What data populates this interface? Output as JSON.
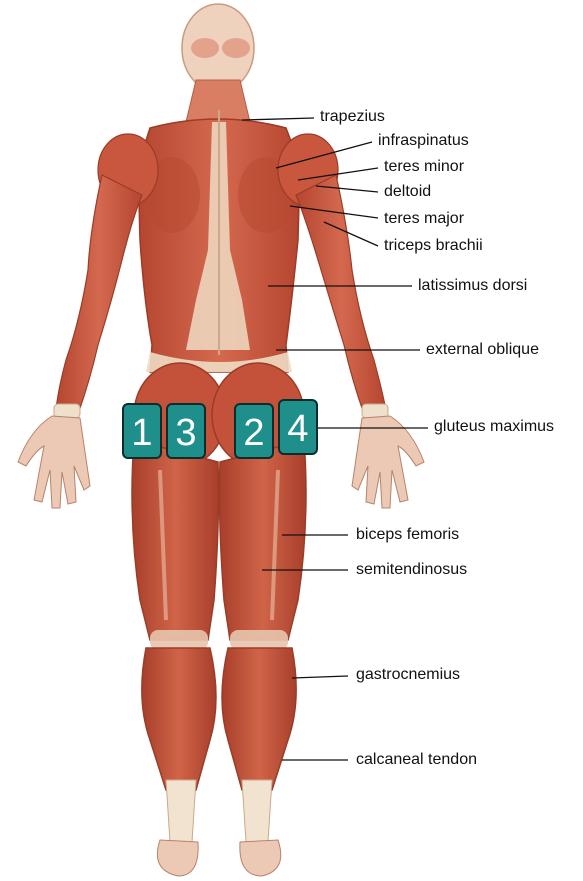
{
  "labels": [
    {
      "id": "trapezius",
      "text": "trapezius"
    },
    {
      "id": "infraspinatus",
      "text": "infraspinatus"
    },
    {
      "id": "teres-minor",
      "text": "teres minor"
    },
    {
      "id": "deltoid",
      "text": "deltoid"
    },
    {
      "id": "teres-major",
      "text": "teres major"
    },
    {
      "id": "triceps-brachii",
      "text": "triceps brachii"
    },
    {
      "id": "latissimus-dorsi",
      "text": "latissimus dorsi"
    },
    {
      "id": "external-oblique",
      "text": "external oblique"
    },
    {
      "id": "gluteus-maximus",
      "text": "gluteus maximus"
    },
    {
      "id": "biceps-femoris",
      "text": "biceps femoris"
    },
    {
      "id": "semitendinosus",
      "text": "semitendinosus"
    },
    {
      "id": "gastrocnemius",
      "text": "gastrocnemius"
    },
    {
      "id": "calcaneal-tendon",
      "text": "calcaneal tendon"
    }
  ],
  "markers": [
    "1",
    "3",
    "2",
    "4"
  ],
  "colors": {
    "marker_fill": "#1f8f8c",
    "marker_border": "#0b2e2d",
    "muscle": "#c8553d",
    "muscle_dark": "#9e3a28",
    "tendon": "#f1e3cf",
    "skin_outline": "#b9826a"
  }
}
